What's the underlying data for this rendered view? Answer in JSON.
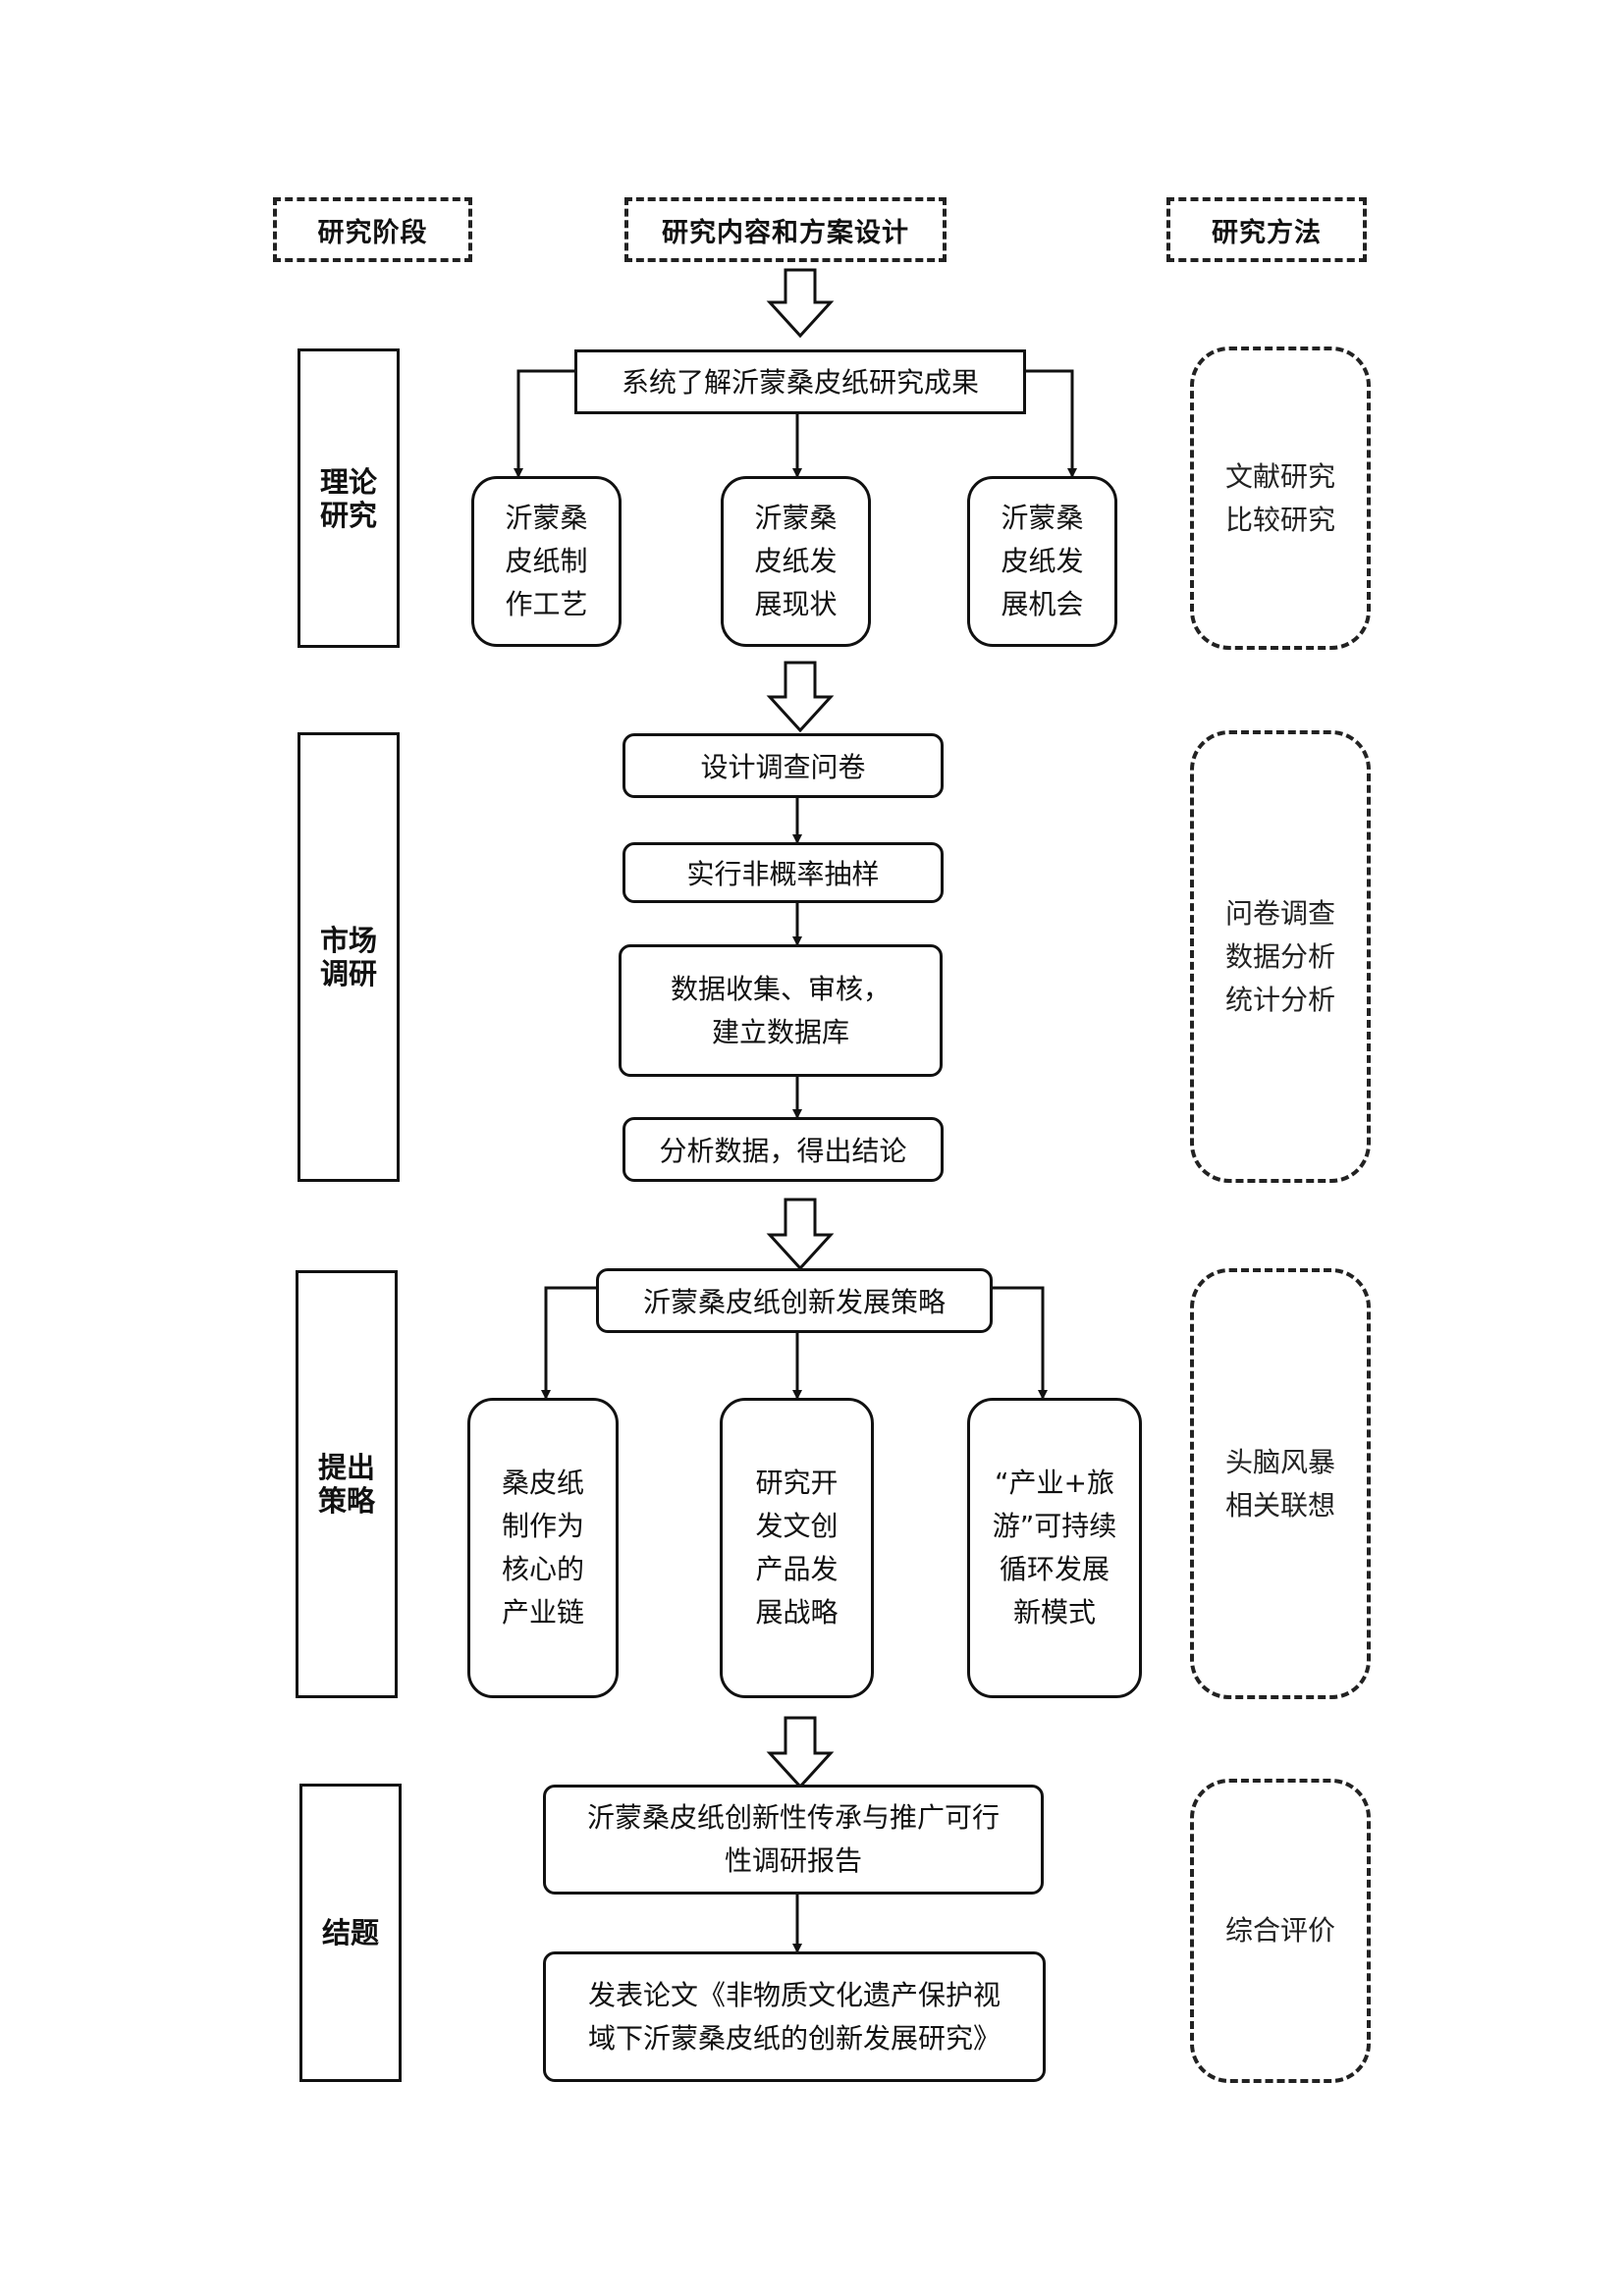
{
  "headers": {
    "stage": "研究阶段",
    "content": "研究内容和方案设计",
    "method": "研究方法"
  },
  "stages": {
    "theory": "理论研究",
    "market": "市场调研",
    "strategy": "提出策略",
    "conclusion": "结题"
  },
  "theory": {
    "top": "系统了解沂蒙桑皮纸研究成果",
    "items": [
      "沂蒙桑皮纸制作工艺",
      "沂蒙桑皮纸发展现状",
      "沂蒙桑皮纸发展机会"
    ]
  },
  "market": {
    "step1": "设计调查问卷",
    "step2": "实行非概率抽样",
    "step3": "数据收集、审核，\n建立数据库",
    "step4": "分析数据，得出结论"
  },
  "strategy": {
    "top": "沂蒙桑皮纸创新发展策略",
    "items": [
      "桑皮纸制作为核心的产业链",
      "研究开发文创产品发展战略",
      "“产业+旅游”可持续循环发展新模式"
    ]
  },
  "conclusion": {
    "report": "沂蒙桑皮纸创新性传承与推广可行\n性调研报告",
    "paper": "发表论文《非物质文化遗产保护视\n域下沂蒙桑皮纸的创新发展研究》"
  },
  "methods": {
    "theory": "文献研究\n比较研究",
    "market": "问卷调查\n数据分析\n统计分析",
    "strategy": "头脑风暴\n相关联想",
    "conclusion": "综合评价"
  }
}
